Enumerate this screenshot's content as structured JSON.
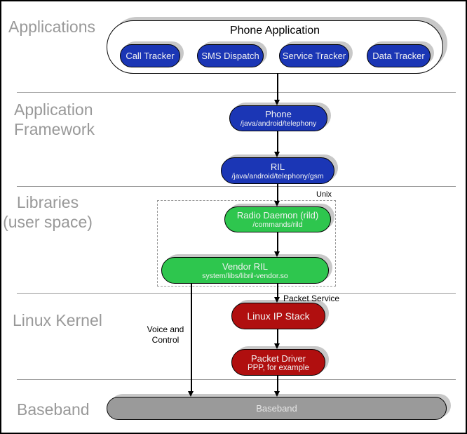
{
  "colors": {
    "blue": "#1b36b5",
    "green": "#2ec64e",
    "red": "#b00f0f",
    "gray-pill": "#9a9a9a",
    "shadow": "#c8c8c8",
    "label-gray": "#999999",
    "divider-gray": "#999999"
  },
  "sections": {
    "applications": {
      "label": "Applications"
    },
    "application_framework": {
      "line1": "Application",
      "line2": "Framework"
    },
    "libraries": {
      "line1": "Libraries",
      "line2": "(user space)"
    },
    "linux_kernel": {
      "label": "Linux Kernel"
    },
    "baseband": {
      "label": "Baseband"
    }
  },
  "phone_application": {
    "title": "Phone Application",
    "apps": [
      {
        "label": "Call Tracker"
      },
      {
        "label": "SMS Dispatch"
      },
      {
        "label": "Service Tracker"
      },
      {
        "label": "Data Tracker"
      }
    ]
  },
  "nodes": {
    "phone": {
      "title": "Phone",
      "subtitle": "/java/android/telephony"
    },
    "ril": {
      "title": "RIL",
      "subtitle": "/java/android/telephony/gsm"
    },
    "radio_daemon": {
      "title": "Radio Daemon (rild)",
      "subtitle": "/commands/rild"
    },
    "vendor_ril": {
      "title": "Vendor RIL",
      "subtitle": "system/libs/libril-vendor.so"
    },
    "linux_ip_stack": {
      "title": "Linux IP Stack"
    },
    "packet_driver": {
      "title": "Packet Driver",
      "subtitle": "PPP, for example"
    },
    "baseband": {
      "title": "Baseband"
    }
  },
  "annotations": {
    "unix": "Unix",
    "packet_service": "Packet Service",
    "voice_control": {
      "line1": "Voice and",
      "line2": "Control"
    }
  }
}
